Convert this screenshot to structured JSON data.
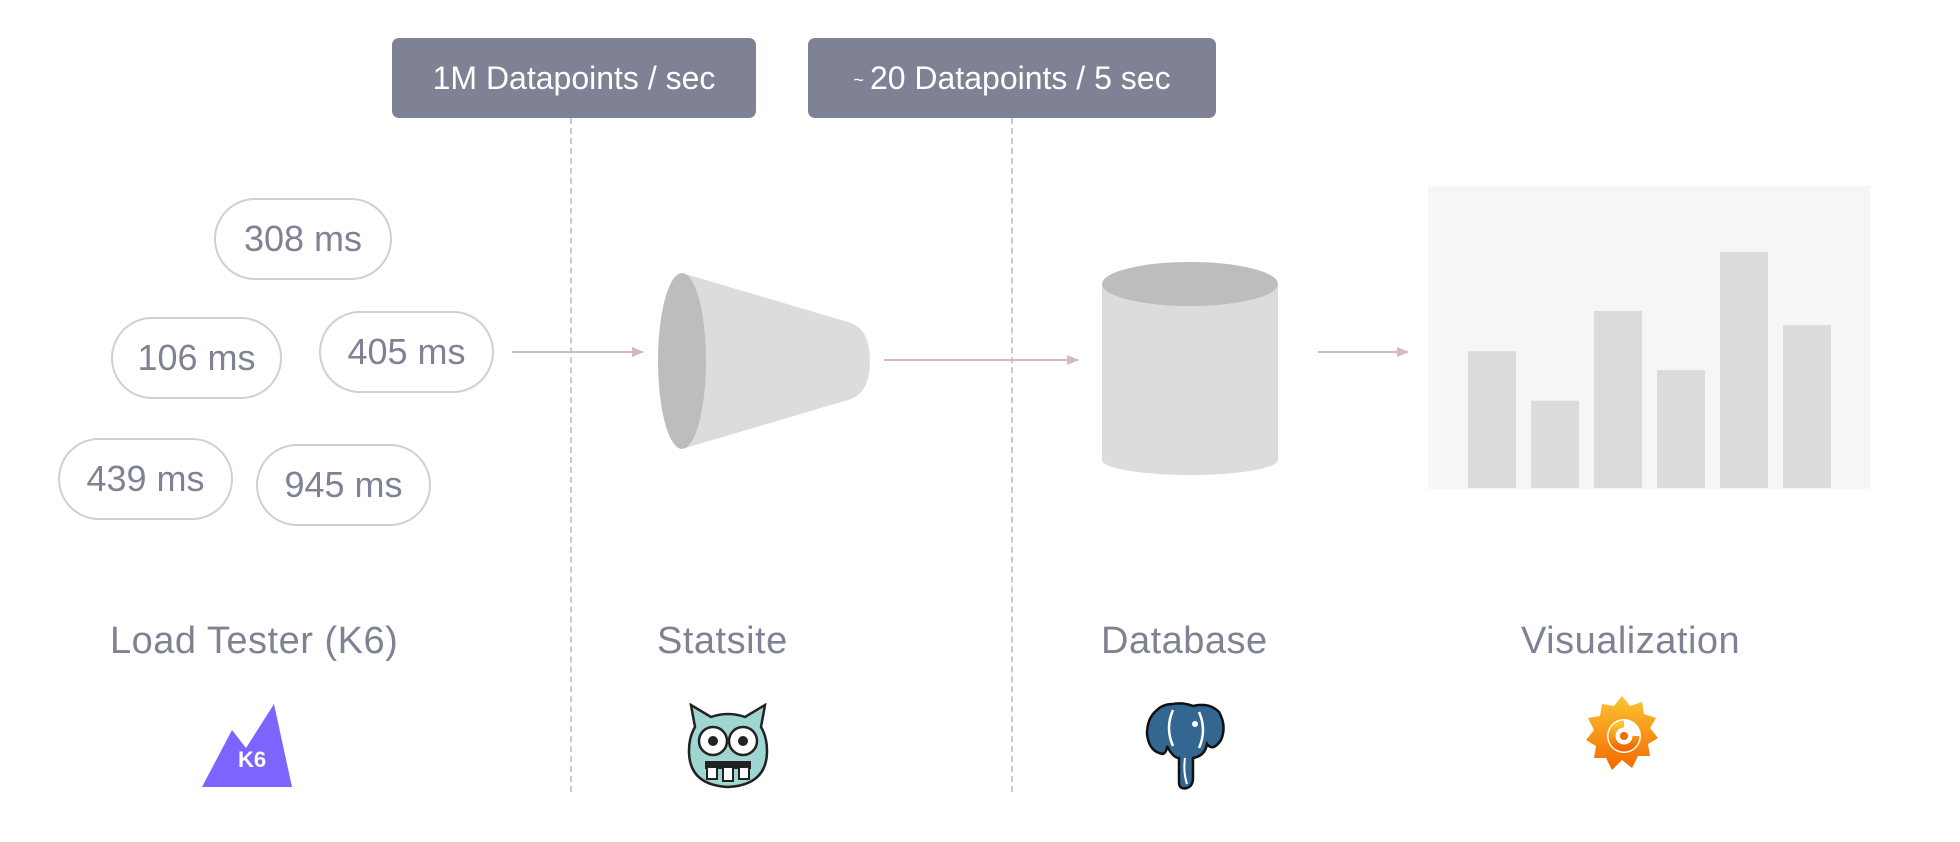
{
  "rates": {
    "load_to_statsite": "1M Datapoints / sec",
    "statsite_to_db_tilde": "~",
    "statsite_to_db": "20 Datapoints / 5 sec"
  },
  "latencies": [
    "308 ms",
    "106 ms",
    "405 ms",
    "439 ms",
    "945 ms"
  ],
  "stages": {
    "load_tester": "Load Tester (K6)",
    "statsite": "Statsite",
    "database": "Database",
    "visualization": "Visualization"
  },
  "logos": {
    "k6_text": "K6",
    "k6_icon": "k6-logo-icon",
    "statsite_icon": "statsite-owl-icon",
    "database_icon": "postgresql-elephant-icon",
    "visualization_icon": "grafana-logo-icon"
  },
  "colors": {
    "label": "#7f8294",
    "rate_box": "#7f8294",
    "arrow": "#d7b8c2",
    "shape_fill": "#dcdcdc",
    "shape_dark": "#bdbdbd",
    "chart_bg": "#f6f6f6",
    "k6": "#7d64ff",
    "postgres": "#336791",
    "grafana_orange": "#f46800",
    "grafana_yellow": "#fbc531",
    "statsite_teal": "#9fd6d2"
  },
  "visualization_bars": [
    0.58,
    0.37,
    0.75,
    0.5,
    1.0,
    0.69
  ]
}
